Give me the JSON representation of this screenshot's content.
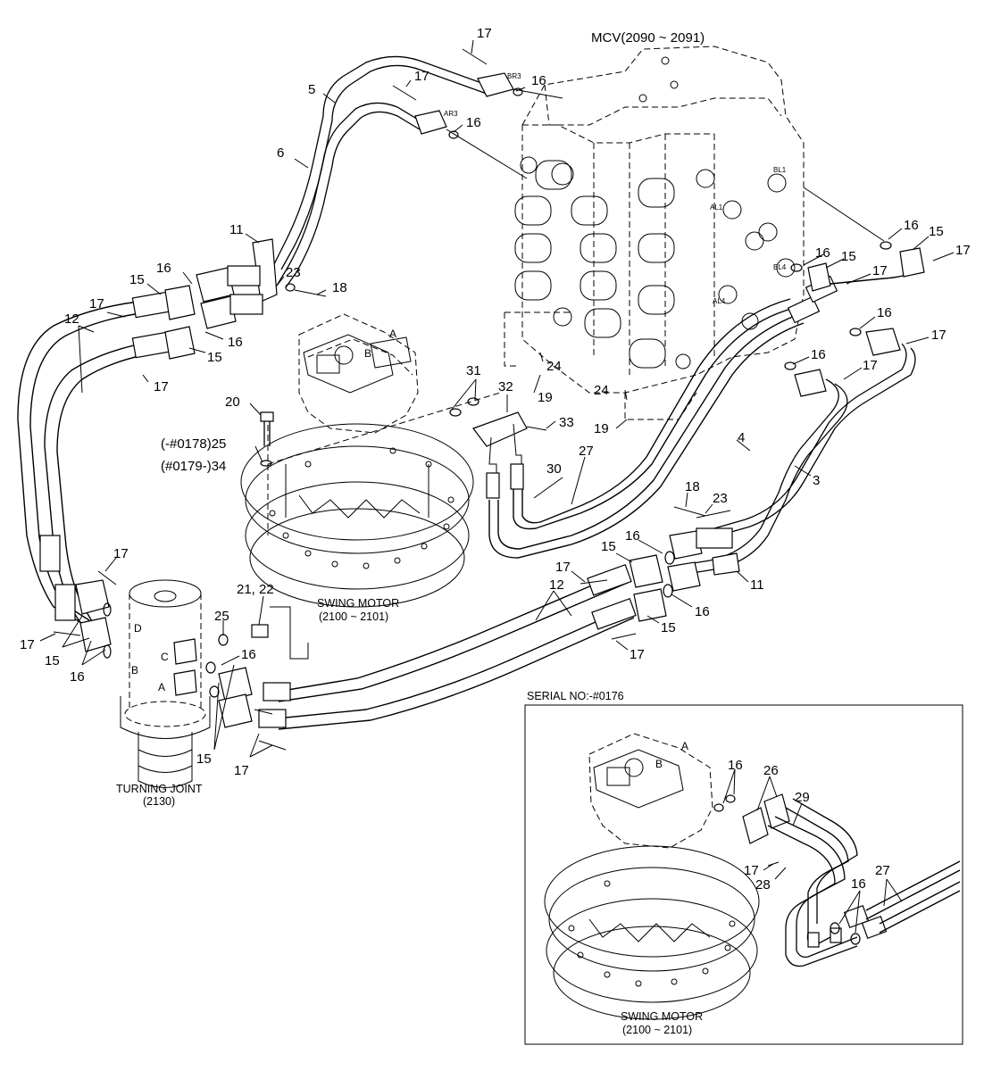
{
  "components": {
    "mcv": "MCV(2090 ~ 2091)",
    "swing_motor_name": "SWING MOTOR",
    "swing_motor_code": "(2100 ~ 2101)",
    "turning_joint_name": "TURNING JOINT",
    "turning_joint_code": "(2130)",
    "inset_title": "SERIAL NO:-#0176",
    "inset_swing_motor_name": "SWING MOTOR",
    "inset_swing_motor_code": "(2100 ~ 2101)",
    "variant_25": "(-#0178)25",
    "variant_34": "(#0179-)34"
  },
  "port_marks": {
    "mcv_br3": "BR3",
    "mcv_ar3": "AR3",
    "mcv_bl1": "BL1",
    "mcv_al1": "AL1",
    "mcv_bl4": "BL4",
    "mcv_al4": "AL4",
    "motor_a": "A",
    "motor_b": "B",
    "joint_a": "A",
    "joint_b": "B",
    "joint_c": "C",
    "joint_d": "D",
    "inset_a": "A",
    "inset_b": "B"
  },
  "callouts": {
    "p17_top": "17",
    "p17_b": "17",
    "p16_a": "16",
    "p16_b": "16",
    "p5": "5",
    "p6": "6",
    "p11_top": "11",
    "p23_top": "23",
    "p18_top": "18",
    "p16_c": "16",
    "p15_a": "15",
    "p17_c": "17",
    "p12_top": "12",
    "p16_d": "16",
    "p15_b": "15",
    "p17_d": "17",
    "p20": "20",
    "p31": "31",
    "p32": "32",
    "p33": "33",
    "p24_a": "24",
    "p19_a": "19",
    "p24_b": "24",
    "p19_b": "19",
    "p16_e": "16",
    "p15_c": "15",
    "p17_e": "17",
    "p16_f": "16",
    "p15_d": "15",
    "p17_f": "17",
    "p16_g": "16",
    "p16_h": "16",
    "p17_g": "17",
    "p17_h": "17",
    "p4": "4",
    "p3": "3",
    "p27": "27",
    "p30": "30",
    "p18_mid": "18",
    "p23_mid": "23",
    "p15_e": "15",
    "p16_i": "16",
    "p17_i": "17",
    "p11_mid": "11",
    "p12_mid": "12",
    "p16_j": "16",
    "p15_f": "15",
    "p17_j": "17",
    "p17_k": "17",
    "p2122": "21, 22",
    "p25": "25",
    "p16_k": "16",
    "p17_l": "17",
    "p15_g": "15",
    "p16_l": "16",
    "p15_h": "15",
    "p17_m": "17",
    "i16_a": "16",
    "i26": "26",
    "i29": "29",
    "i17": "17",
    "i28": "28",
    "i16_b": "16",
    "i27": "27"
  }
}
